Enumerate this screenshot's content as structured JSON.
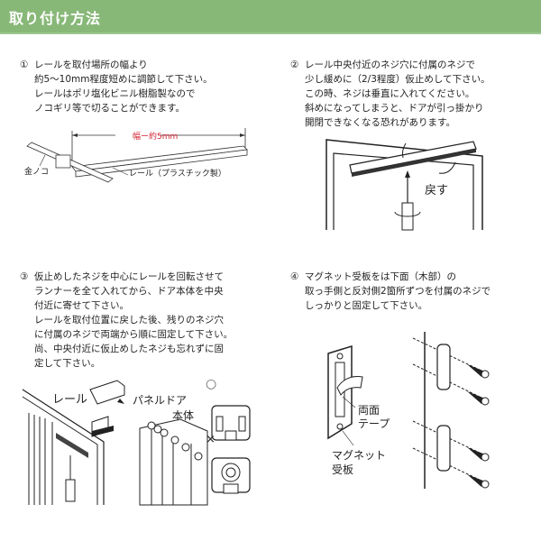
{
  "header": {
    "title": "取り付け方法",
    "color": "#88b878"
  },
  "steps": [
    {
      "number": "①",
      "lines": [
        "レールを取付場所の幅より",
        "約5～10mm程度短めに調節して下さい。",
        "レールはポリ塩化ビニル樹脂製なので",
        "ノコギリ等で切ることができます。"
      ]
    },
    {
      "number": "②",
      "lines": [
        "レール中央付近のネジ穴に付属のネジで",
        "少し緩めに（2/3程度）仮止めして下さい。",
        "この時、ネジは垂直に入れてください。",
        "斜めになってしまうと、ドアが引っ掛かり",
        "開閉できなくなる恐れがあります。"
      ]
    },
    {
      "number": "③",
      "lines": [
        "仮止めしたネジを中心にレールを回転させて",
        "ランナーを全て入れてから、ドア本体を中央",
        "付近に寄せて下さい。",
        "レールを取付位置に戻した後、残りのネジ穴",
        "に付属のネジで両端から順に固定して下さい。",
        "尚、中央付近に仮止めしたネジも忘れずに固",
        "定して下さい。"
      ]
    },
    {
      "number": "④",
      "lines": [
        "マグネット受板をは下面（木部）の",
        "取っ手側と反対側2箇所ずつを付属のネジで",
        "しっかりと固定して下さい。"
      ]
    }
  ],
  "figure1": {
    "width_label": "幅ー約5mm",
    "saw_label": "金ノコ",
    "rail_label": "レール（プラスチック製）",
    "accent": "#d02030"
  },
  "figure2": {
    "return_label": "戻す"
  },
  "figure3": {
    "rail_label": "レール",
    "door_label_1": "パネルドア",
    "door_label_2": "本体",
    "correct_mark": "○",
    "wrong_mark": "×"
  },
  "figure4": {
    "tape_label_1": "両面",
    "tape_label_2": "テープ",
    "plate_label_1": "マグネット",
    "plate_label_2": "受板"
  }
}
